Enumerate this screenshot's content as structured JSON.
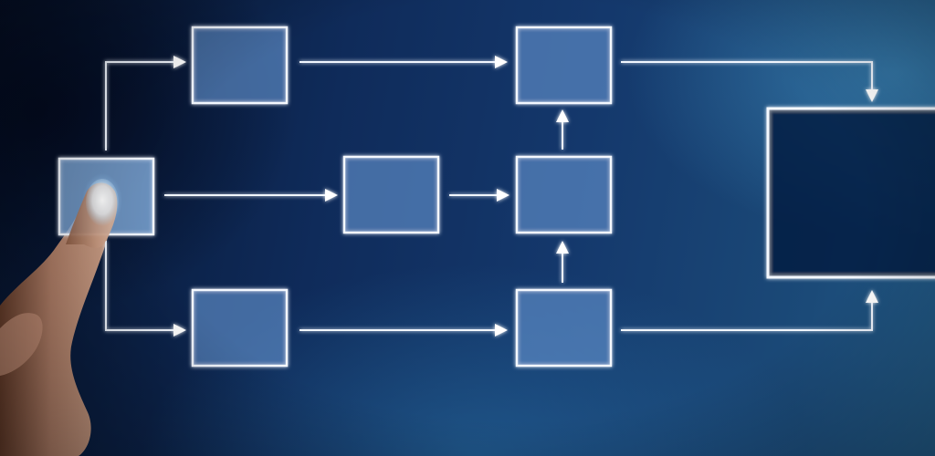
{
  "diagram": {
    "type": "flowchart",
    "nodes": [
      {
        "id": "start",
        "label": "",
        "style": "start"
      },
      {
        "id": "top-1",
        "label": "",
        "style": "process"
      },
      {
        "id": "middle-1",
        "label": "",
        "style": "process"
      },
      {
        "id": "bottom-1",
        "label": "",
        "style": "process"
      },
      {
        "id": "top-2",
        "label": "",
        "style": "process"
      },
      {
        "id": "middle-2",
        "label": "",
        "style": "process"
      },
      {
        "id": "bottom-2",
        "label": "",
        "style": "process"
      },
      {
        "id": "end",
        "label": "",
        "style": "terminal"
      }
    ],
    "edges": [
      {
        "from": "start",
        "to": "top-1"
      },
      {
        "from": "start",
        "to": "middle-1"
      },
      {
        "from": "start",
        "to": "bottom-1"
      },
      {
        "from": "top-1",
        "to": "top-2"
      },
      {
        "from": "middle-1",
        "to": "middle-2"
      },
      {
        "from": "bottom-1",
        "to": "bottom-2"
      },
      {
        "from": "middle-2",
        "to": "top-2"
      },
      {
        "from": "bottom-2",
        "to": "middle-2"
      },
      {
        "from": "top-2",
        "to": "end"
      },
      {
        "from": "bottom-2",
        "to": "end"
      }
    ]
  },
  "colors": {
    "background": "#0f2b5a",
    "line": "#f2f7ff",
    "node_fill": "#5c8cc8",
    "glow": "#7fd0ff"
  }
}
